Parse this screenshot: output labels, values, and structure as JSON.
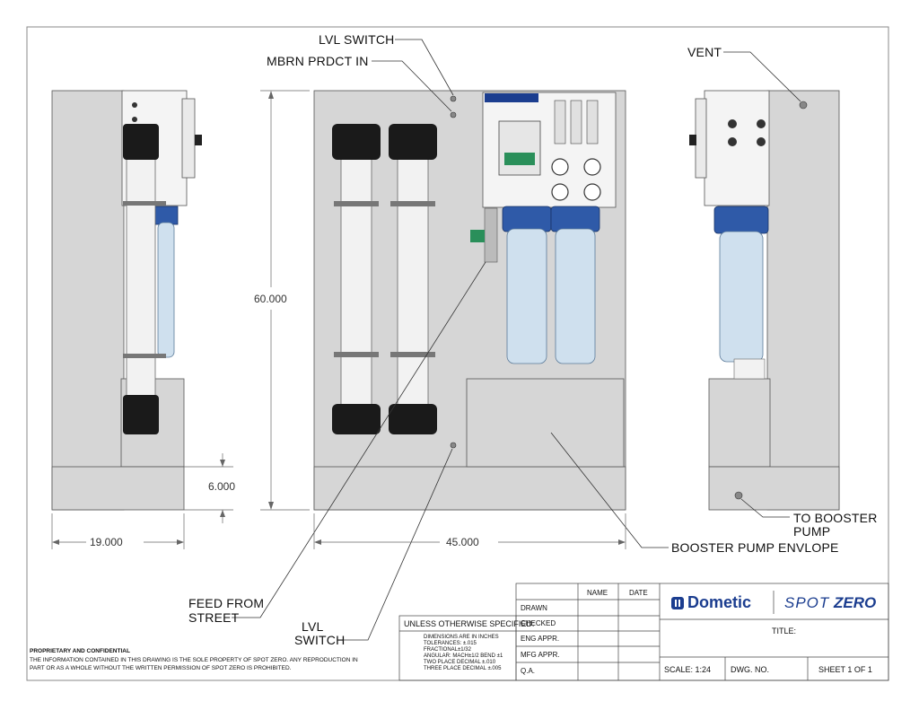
{
  "callouts": {
    "lvl_switch_top": "LVL SWITCH",
    "mbrn_prdct_in": "MBRN PRDCT IN",
    "vent": "VENT",
    "to_booster_pump_line1": "TO BOOSTER",
    "to_booster_pump_line2": "PUMP",
    "booster_pump_envelope": "BOOSTER PUMP ENVLOPE",
    "feed_from_street_line1": "FEED FROM",
    "feed_from_street_line2": "STREET",
    "lvl_switch_bottom_line1": "LVL",
    "lvl_switch_bottom_line2": "SWITCH"
  },
  "dimensions": {
    "height": "60.000",
    "base": "6.000",
    "side_width": "19.000",
    "front_width": "45.000"
  },
  "title_block": {
    "col_name": "NAME",
    "col_date": "DATE",
    "rows": [
      "DRAWN",
      "CHECKED",
      "ENG APPR.",
      "MFG APPR.",
      "Q.A."
    ],
    "unless_specified": "UNLESS OTHERWISE SPECIFIED:",
    "tolerances": [
      "DIMENSIONS ARE IN INCHES",
      "TOLERANCES: ±.015",
      "FRACTIONAL±1/32",
      "ANGULAR: MACH±1/2   BEND ±1",
      "TWO PLACE DECIMAL   ±.010",
      "THREE PLACE DECIMAL  ±.005"
    ],
    "brand_dometic": "Dometic",
    "brand_spot": "SPOT",
    "brand_zero": "ZERO",
    "title_label": "TITLE:",
    "scale": "SCALE: 1:24",
    "dwg_no": "DWG.  NO.",
    "sheet": "SHEET 1 OF 1"
  },
  "proprietary": {
    "heading": "PROPRIETARY AND CONFIDENTIAL",
    "line1": "THE INFORMATION CONTAINED IN THIS DRAWING IS THE SOLE PROPERTY OF SPOT ZERO.  ANY REPRODUCTION IN",
    "line2": "PART OR AS A WHOLE WITHOUT THE WRITTEN PERMISSION OF SPOT ZERO IS PROHIBITED."
  },
  "colors": {
    "panel_gray": "#d6d6d6",
    "filter_blue": "#2f5aa8",
    "housing_clear": "#cfe0ee",
    "brand_blue": "#1b3d8f"
  }
}
